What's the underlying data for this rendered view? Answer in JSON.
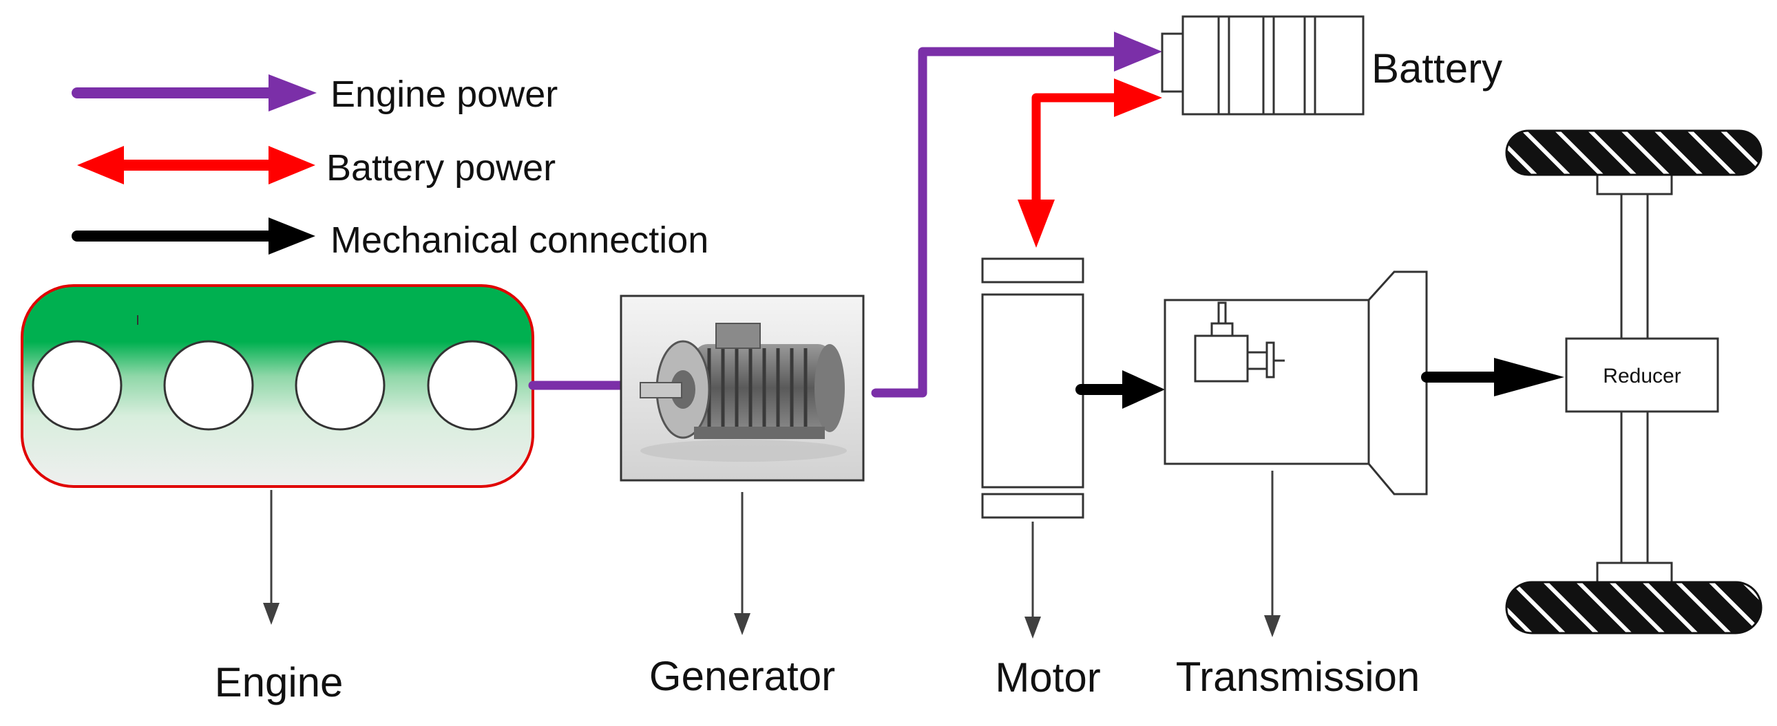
{
  "legend": [
    {
      "label": "Engine power"
    },
    {
      "label": "Battery power"
    },
    {
      "label": "Mechanical connection"
    }
  ],
  "labels": {
    "battery": "Battery",
    "engine": "Engine",
    "generator": "Generator",
    "motor": "Motor",
    "transmission": "Transmission",
    "reducer": "Reducer"
  },
  "colors": {
    "engine_power": "#7b2fa8",
    "battery_power": "#ff0000",
    "mechanical": "#000000",
    "engine_fill_top": "#00b050",
    "engine_border": "#e00000"
  }
}
